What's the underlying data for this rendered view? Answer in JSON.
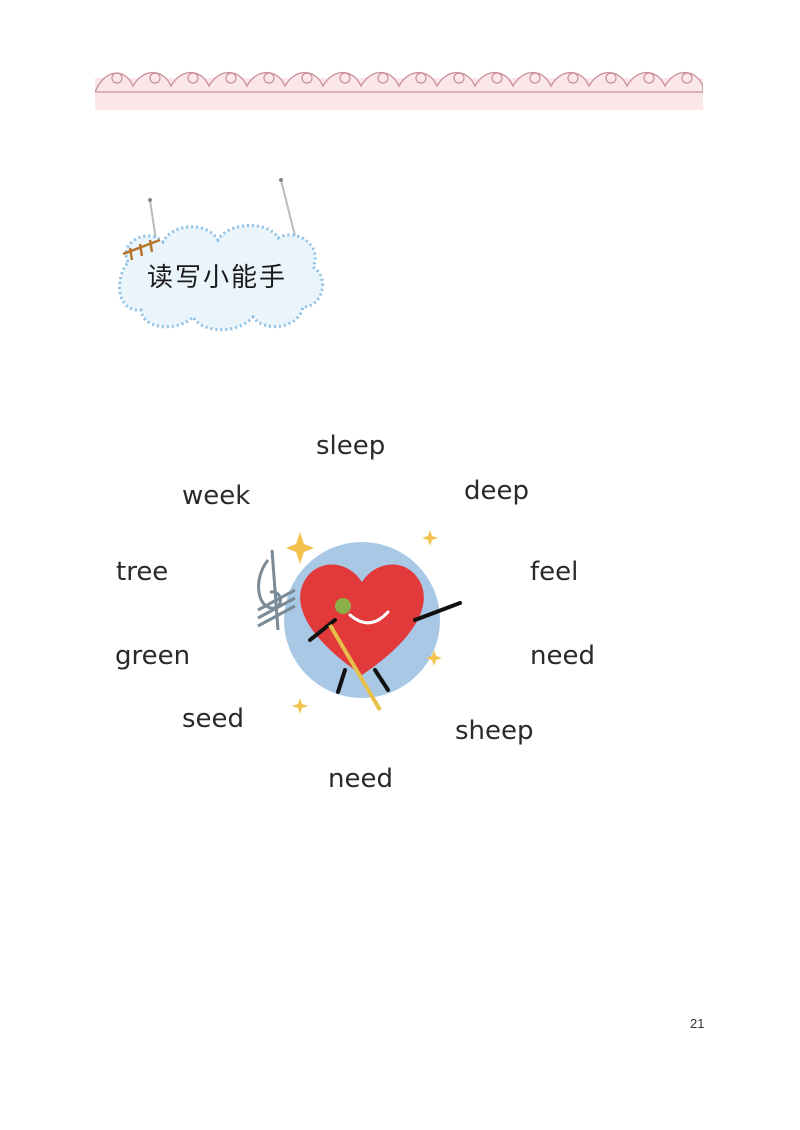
{
  "header": {
    "title": "读写小能手"
  },
  "words": {
    "sleep": "sleep",
    "week": "week",
    "deep": "deep",
    "tree": "tree",
    "feel": "feel",
    "green": "green",
    "need_right": "need",
    "seed": "seed",
    "sheep": "sheep",
    "need_bottom": "need"
  },
  "footer": {
    "page_number": "21"
  },
  "colors": {
    "wave_fill": "#fbe6ea",
    "wave_stroke": "#c98f9a",
    "cloud_fill": "#eaf4fb",
    "cloud_stroke": "#8cc0e6",
    "heart": "#e23a3a",
    "circle": "#a8c8e6"
  }
}
